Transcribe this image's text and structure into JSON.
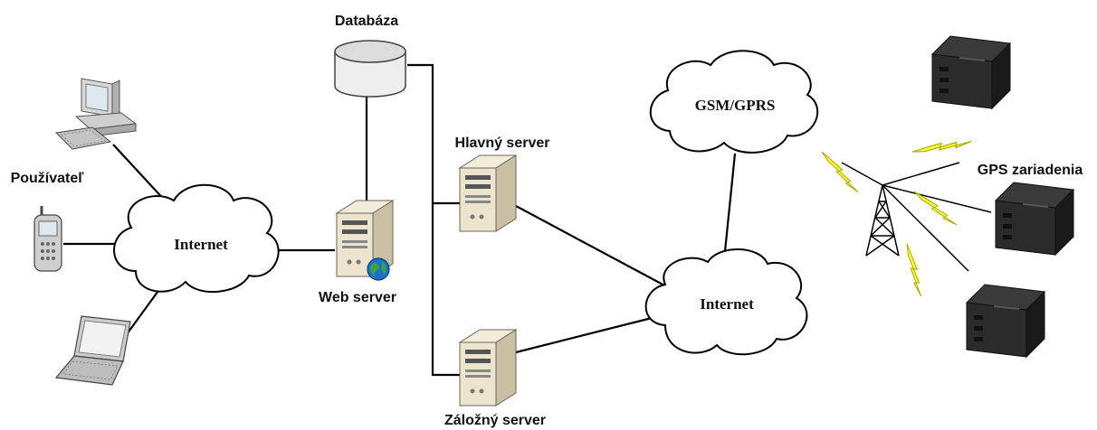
{
  "labels": {
    "databaza": "Databáza",
    "hlavny_server": "Hlavný server",
    "web_server": "Web server",
    "zalozny_server": "Záložný server",
    "pouzivatel": "Používateľ",
    "gps_zariadenia": "GPS zariadenia"
  },
  "clouds": {
    "internet_left": "Internet",
    "internet_right": "Internet",
    "gsm_gprs": "GSM/GPRS"
  },
  "colors": {
    "lightning": "#ffff33",
    "server_body": "#e8e0c8",
    "device_body": "#2b2b2b",
    "line": "#000000"
  },
  "icons": [
    "desktop-computer-icon",
    "mobile-phone-icon",
    "laptop-icon",
    "database-icon",
    "server-icon",
    "globe-icon",
    "cell-tower-icon",
    "lightning-icon",
    "gps-device-icon"
  ]
}
